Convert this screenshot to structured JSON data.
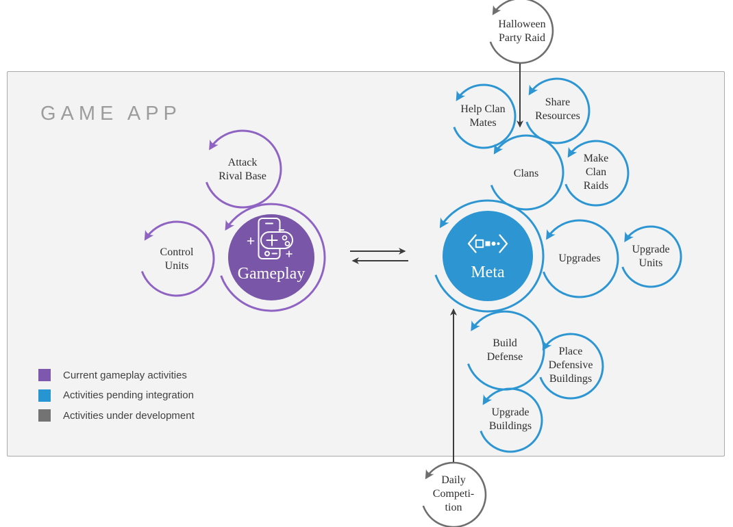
{
  "title": "GAME APP",
  "colors": {
    "current_purple_fill": "#7a56a9",
    "current_purple_stroke": "#8f63c2",
    "pending_blue": "#2d96d2",
    "development_gray": "#6e6e6e",
    "arrow_dark": "#3b3b3b",
    "panel_bg": "#f3f3f4"
  },
  "nodes": {
    "gameplay": {
      "label": "Gameplay",
      "type": "current",
      "shape": "filled-circle"
    },
    "attack_rival_base": {
      "label": "Attack\nRival Base",
      "type": "current",
      "shape": "loop-circle"
    },
    "control_units": {
      "label": "Control\nUnits",
      "type": "current",
      "shape": "loop-circle"
    },
    "meta": {
      "label": "Meta",
      "type": "pending",
      "shape": "filled-circle"
    },
    "clans": {
      "label": "Clans",
      "type": "pending",
      "shape": "loop-circle"
    },
    "help_clan_mates": {
      "label": "Help Clan\nMates",
      "type": "pending",
      "shape": "loop-circle"
    },
    "share_resources": {
      "label": "Share\nResources",
      "type": "pending",
      "shape": "loop-circle"
    },
    "make_clan_raids": {
      "label": "Make\nClan\nRaids",
      "type": "pending",
      "shape": "loop-circle"
    },
    "upgrades": {
      "label": "Upgrades",
      "type": "pending",
      "shape": "loop-circle"
    },
    "upgrade_units": {
      "label": "Upgrade\nUnits",
      "type": "pending",
      "shape": "loop-circle"
    },
    "build_defense": {
      "label": "Build\nDefense",
      "type": "pending",
      "shape": "loop-circle"
    },
    "place_defensive_buildings": {
      "label": "Place\nDefensive\nBuildings",
      "type": "pending",
      "shape": "loop-circle"
    },
    "upgrade_buildings": {
      "label": "Upgrade\nBuildings",
      "type": "pending",
      "shape": "loop-circle"
    },
    "halloween_party_raid": {
      "label": "Halloween\nParty Raid",
      "type": "development",
      "shape": "loop-circle"
    },
    "daily_competition": {
      "label": "Daily\nCompeti-\ntion",
      "type": "development",
      "shape": "loop-circle"
    }
  },
  "connections": [
    {
      "from": "halloween_party_raid",
      "to": "clans",
      "style": "straight-arrow"
    },
    {
      "from": "daily_competition",
      "to": "meta",
      "style": "straight-arrow"
    },
    {
      "from": "gameplay",
      "to": "meta",
      "style": "double-arrow"
    }
  ],
  "legend": {
    "items": [
      {
        "label": "Current gameplay activities",
        "color": "#7e57ae"
      },
      {
        "label": "Activities pending integration",
        "color": "#2795d1"
      },
      {
        "label": "Activities under development",
        "color": "#737373"
      }
    ]
  }
}
